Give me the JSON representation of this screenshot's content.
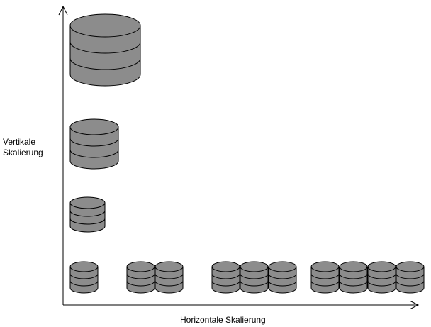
{
  "axes": {
    "y_label_line1": "Vertikale",
    "y_label_line2": "Skalierung",
    "x_label": "Horizontale Skalierung",
    "color": "#000000"
  },
  "database_icon": {
    "fill": "#8c8c8c",
    "stroke": "#000000",
    "segments": 3
  },
  "vertical_scaling": {
    "description_count": 4,
    "sizes": [
      "largest",
      "large",
      "medium",
      "small"
    ]
  },
  "horizontal_scaling": {
    "groups": [
      1,
      2,
      3,
      4
    ]
  }
}
